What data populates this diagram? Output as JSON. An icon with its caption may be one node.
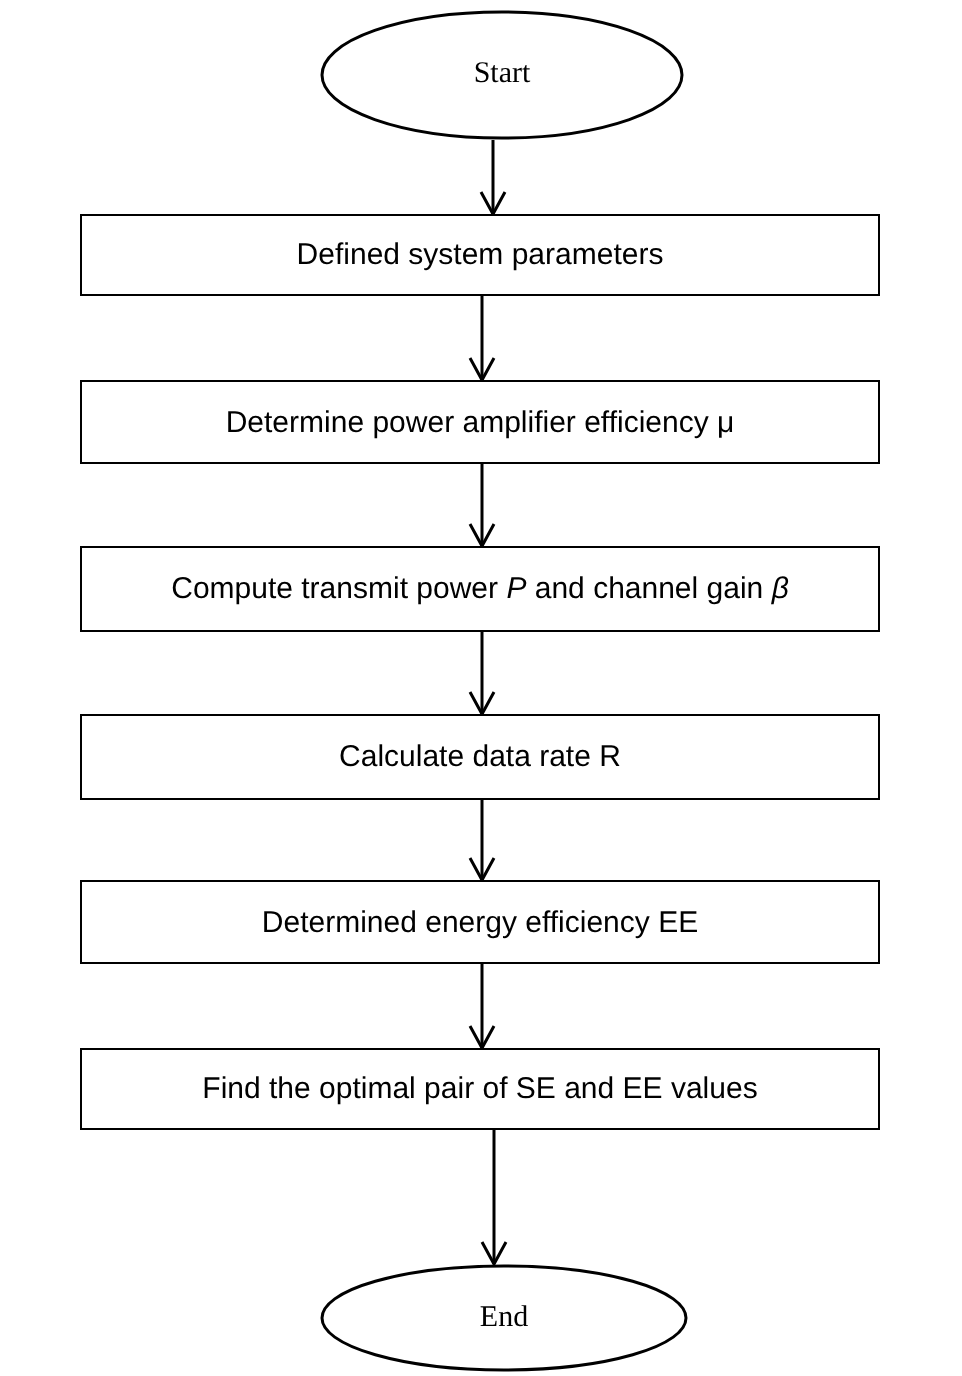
{
  "diagram": {
    "nodes": [
      {
        "text": [
          "Start"
        ]
      },
      {
        "text": [
          "Defined system parameters"
        ]
      },
      {
        "text": [
          "Determine power amplifier efficiency μ"
        ]
      },
      {
        "text": [
          "Compute transmit power *P* and channel gain *β*"
        ]
      },
      {
        "text": [
          "Calculate data rate R"
        ]
      },
      {
        "text": [
          "Determined energy efficiency EE"
        ]
      },
      {
        "text": [
          "Find the optimal pair of SE and EE values"
        ]
      },
      {
        "text": [
          "End"
        ]
      }
    ],
    "edges": [
      {
        "from": 0,
        "to": 1,
        "arrow": "to"
      },
      {
        "from": 1,
        "to": 2,
        "arrow": "to"
      },
      {
        "from": 2,
        "to": 3,
        "arrow": "to"
      },
      {
        "from": 3,
        "to": 4,
        "arrow": "to"
      },
      {
        "from": 4,
        "to": 5,
        "arrow": "to"
      },
      {
        "from": 5,
        "to": 6,
        "arrow": "to"
      },
      {
        "from": 6,
        "to": 7,
        "arrow": "to"
      }
    ]
  }
}
